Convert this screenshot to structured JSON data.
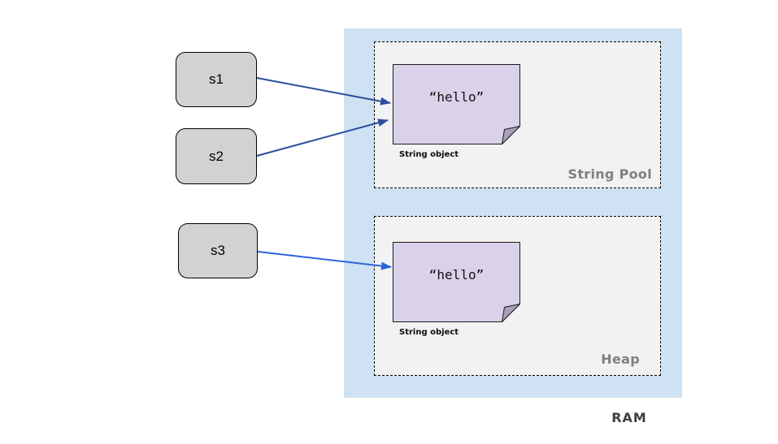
{
  "diagram": {
    "ram": {
      "label": "RAM"
    },
    "variables": [
      {
        "label": "s1"
      },
      {
        "label": "s2"
      },
      {
        "label": "s3"
      }
    ],
    "regions": [
      {
        "label": "String Pool",
        "object": {
          "value": "“hello”",
          "caption": "String object"
        }
      },
      {
        "label": "Heap",
        "object": {
          "value": "“hello”",
          "caption": "String object"
        }
      }
    ],
    "colors": {
      "ram_fill": "#cfe2f3",
      "region_fill": "#f2f2f2",
      "region_border": "#000000",
      "note_fill": "#d9d2e9",
      "note_border": "#1a1a1a",
      "note_fold": "#a9a2ba",
      "variable_fill": "#d2d2d2",
      "variable_border": "#000000",
      "arrow_pool": "#2c4d9b",
      "arrow_heap": "#2b64d9",
      "region_label_text": "#808080",
      "ram_label_text": "#3f3f3f"
    }
  }
}
